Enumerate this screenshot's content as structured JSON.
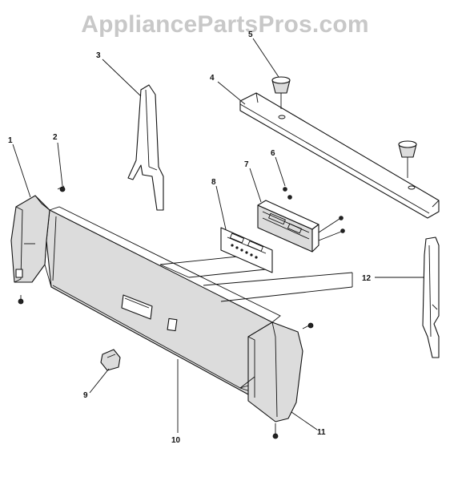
{
  "watermark": "AppliancePartsPros.com",
  "callouts": [
    {
      "id": "1",
      "label": "1"
    },
    {
      "id": "2",
      "label": "2"
    },
    {
      "id": "3",
      "label": "3"
    },
    {
      "id": "4",
      "label": "4"
    },
    {
      "id": "5",
      "label": "5"
    },
    {
      "id": "6",
      "label": "6"
    },
    {
      "id": "7",
      "label": "7"
    },
    {
      "id": "8",
      "label": "8"
    },
    {
      "id": "9",
      "label": "9"
    },
    {
      "id": "10",
      "label": "10"
    },
    {
      "id": "11",
      "label": "11"
    },
    {
      "id": "12",
      "label": "12"
    }
  ]
}
